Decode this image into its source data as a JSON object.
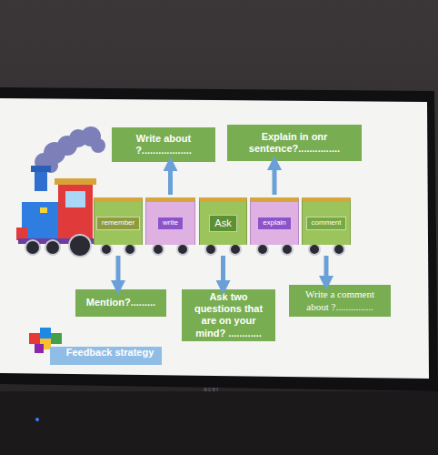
{
  "diagram": {
    "nodes": [
      {
        "text": [
          "Write about ?.................."
        ]
      },
      {
        "text": [
          "Explain in onr sentence?..............."
        ]
      },
      {
        "text": [
          "remember"
        ]
      },
      {
        "text": [
          "write"
        ]
      },
      {
        "text": [
          "Ask"
        ]
      },
      {
        "text": [
          "explain"
        ]
      },
      {
        "text": [
          "comment"
        ]
      },
      {
        "text": [
          "Mention?........."
        ]
      },
      {
        "text": [
          "Ask two questions that are on your mind? ............"
        ]
      },
      {
        "text": [
          "Write a comment about ?..............."
        ]
      },
      {
        "text": [
          "Feedback strategy"
        ]
      }
    ],
    "edges": [
      {
        "from": 3,
        "to": 0,
        "arrow": "to"
      },
      {
        "from": 5,
        "to": 1,
        "arrow": "to"
      },
      {
        "from": 2,
        "to": 7,
        "arrow": "to"
      },
      {
        "from": 4,
        "to": 8,
        "arrow": "to"
      },
      {
        "from": 6,
        "to": 9,
        "arrow": "to"
      }
    ],
    "labels": [
      "acer"
    ]
  }
}
